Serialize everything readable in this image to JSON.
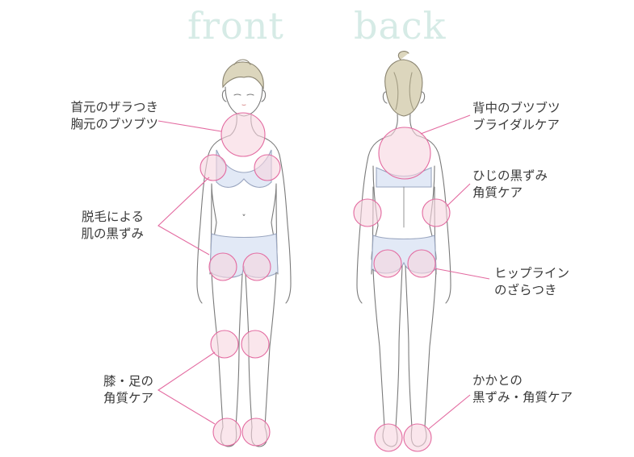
{
  "headings": {
    "front": "front",
    "back": "back"
  },
  "labels": {
    "neck": "首元のザラつき\n胸元のブツブツ",
    "underarm": "脱毛による\n肌の黒ずみ",
    "knee_foot": "膝・足の\n角質ケア",
    "back": "背中のブツブツ\nブライダルケア",
    "elbow": "ひじの黒ずみ\n角質ケア",
    "hip": "ヒップライン\nのざらつき",
    "heel": "かかとの\n黒ずみ・角質ケア"
  },
  "colors": {
    "heading": "#d6ebe6",
    "circle_fill": "#f7d6df",
    "circle_stroke": "#e36aa0",
    "leader_line": "#e36aa0",
    "underwear": "#dfe7f5",
    "outline": "#6b6b6b",
    "hair": "#d8d2b8"
  }
}
